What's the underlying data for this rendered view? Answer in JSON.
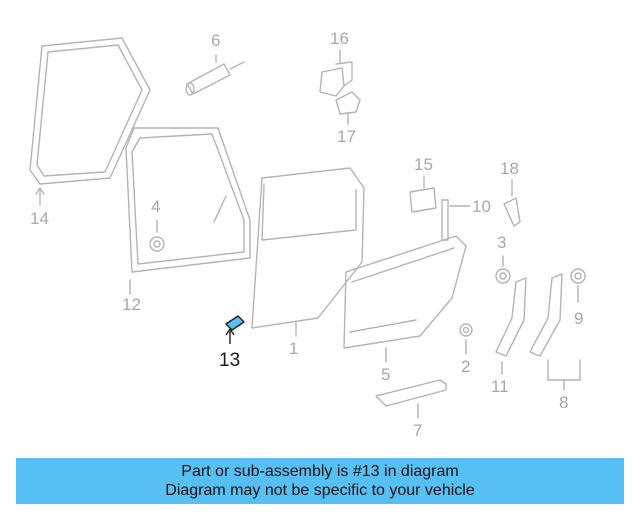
{
  "diagram": {
    "highlighted_part": "13",
    "callouts": [
      {
        "id": "p1",
        "label": "1"
      },
      {
        "id": "p2",
        "label": "2"
      },
      {
        "id": "p3",
        "label": "3"
      },
      {
        "id": "p4",
        "label": "4"
      },
      {
        "id": "p5",
        "label": "5"
      },
      {
        "id": "p6",
        "label": "6"
      },
      {
        "id": "p7",
        "label": "7"
      },
      {
        "id": "p8",
        "label": "8"
      },
      {
        "id": "p9",
        "label": "9"
      },
      {
        "id": "p10",
        "label": "10"
      },
      {
        "id": "p11",
        "label": "11"
      },
      {
        "id": "p12",
        "label": "12"
      },
      {
        "id": "p13",
        "label": "13"
      },
      {
        "id": "p14",
        "label": "14"
      },
      {
        "id": "p15",
        "label": "15"
      },
      {
        "id": "p16",
        "label": "16"
      },
      {
        "id": "p17",
        "label": "17"
      },
      {
        "id": "p18",
        "label": "18"
      }
    ],
    "colors": {
      "line": "#b4b4b4",
      "highlight": "#56c0f5",
      "active_text": "#1c1c1c"
    }
  },
  "banner": {
    "line1": "Part or sub-assembly is #13 in diagram",
    "line2": "Diagram may not be specific to your vehicle",
    "background": "#56c0f5"
  }
}
